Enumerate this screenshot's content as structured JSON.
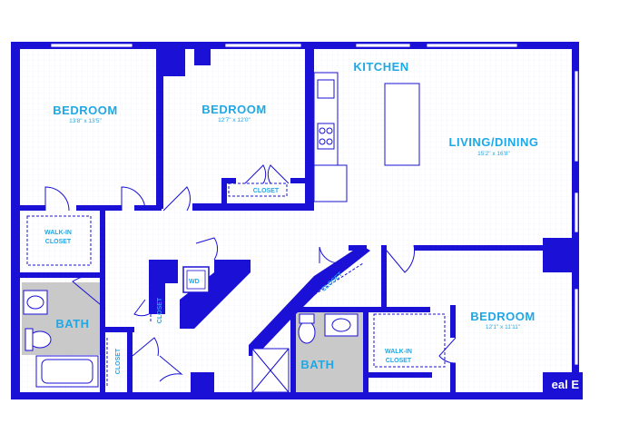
{
  "rooms": {
    "bedroom1": {
      "name": "BEDROOM",
      "dims": "13'8\" x 13'5\""
    },
    "bedroom2": {
      "name": "BEDROOM",
      "dims": "12'7\" x 12'0\""
    },
    "kitchen": {
      "name": "KITCHEN"
    },
    "living": {
      "name": "LIVING/DINING",
      "dims": "15'2\" x 16'8\""
    },
    "bedroom3": {
      "name": "BEDROOM",
      "dims": "12'1\" x 11'11\""
    },
    "bath1": {
      "name": "BATH"
    },
    "bath2": {
      "name": "BATH"
    }
  },
  "closets": {
    "walkin1": {
      "line1": "WALK-IN",
      "line2": "CLOSET"
    },
    "walkin2": {
      "line1": "WALK-IN",
      "line2": "CLOSET"
    },
    "closet_b2": "CLOSET",
    "closet_diag": "CLOSET",
    "closet_hall": "CLOSET",
    "closet_bath": "CLOSET",
    "wd": "WD"
  },
  "watermark": "eal E",
  "colors": {
    "wall": "#1a10d6",
    "label": "#1fa8e6",
    "bath_floor": "#c9c9c9"
  }
}
